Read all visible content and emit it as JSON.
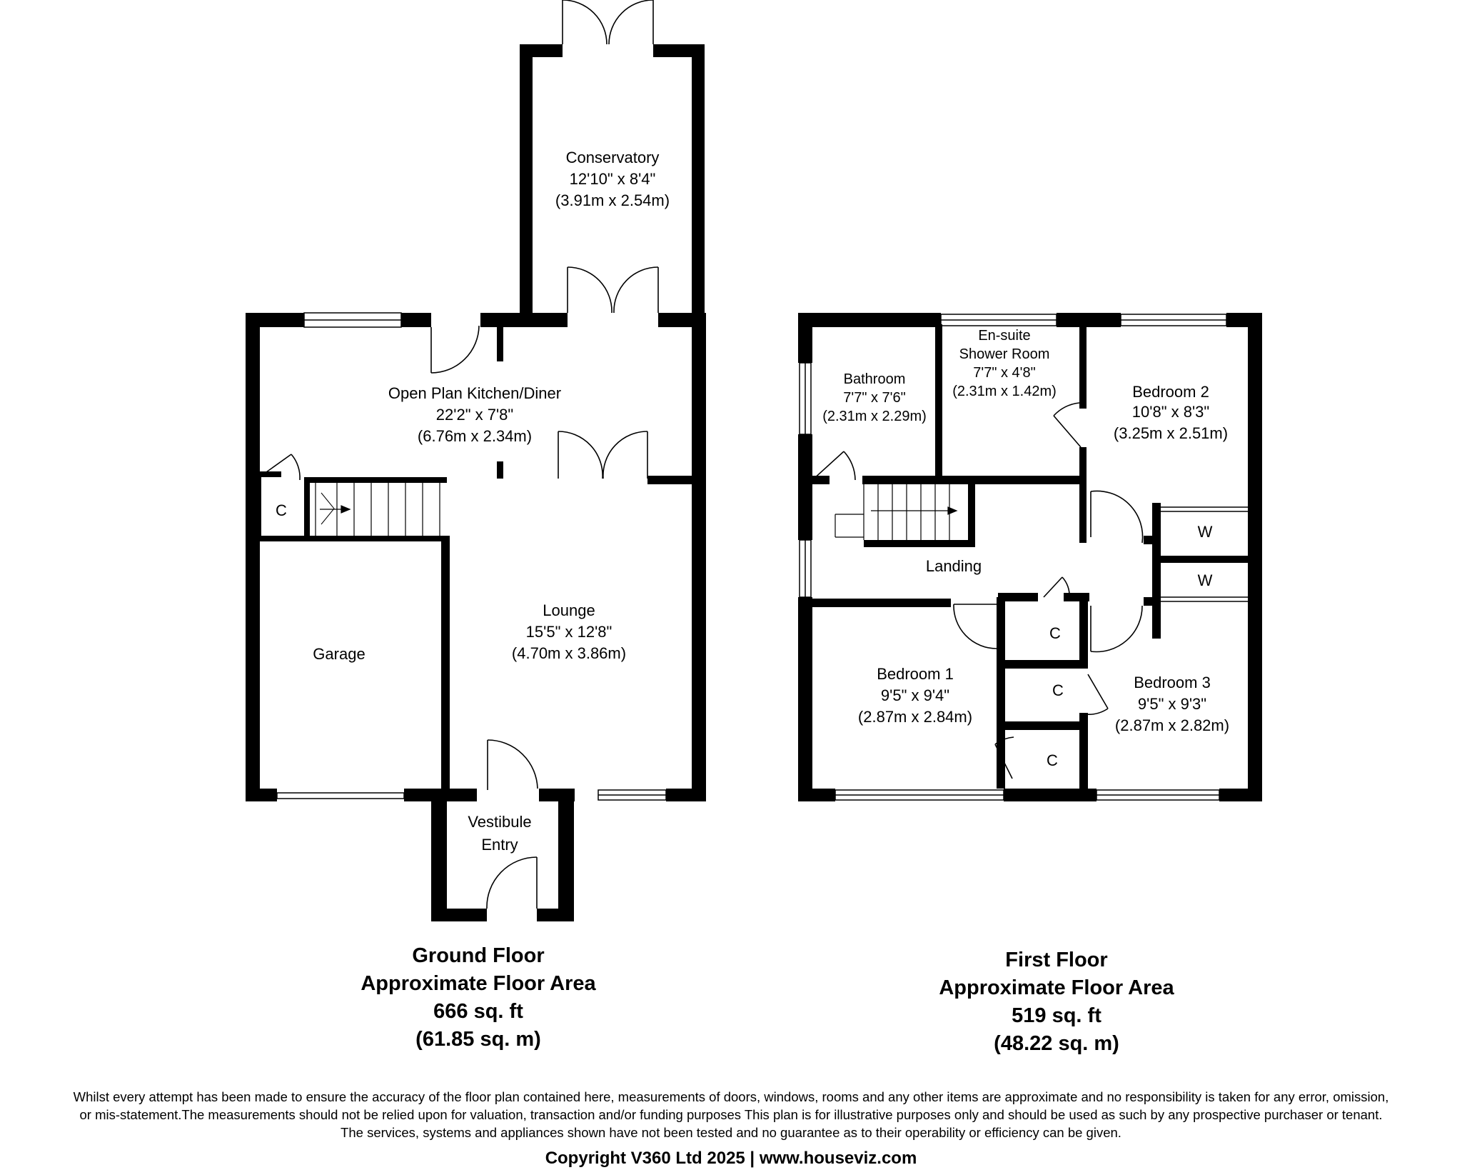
{
  "ground_floor": {
    "rooms": {
      "conservatory": {
        "name": "Conservatory",
        "imperial": "12'10\" x 8'4\"",
        "metric": "(3.91m x 2.54m)"
      },
      "kitchen": {
        "name": "Open Plan Kitchen/Diner",
        "imperial": "22'2\" x 7'8\"",
        "metric": "(6.76m x 2.34m)"
      },
      "cupboard": {
        "name": "C"
      },
      "garage": {
        "name": "Garage"
      },
      "lounge": {
        "name": "Lounge",
        "imperial": "15'5\" x 12'8\"",
        "metric": "(4.70m x 3.86m)"
      },
      "vestibule": {
        "line1": "Vestibule",
        "line2": "Entry"
      }
    },
    "title": "Ground Floor",
    "area_label": "Approximate Floor Area",
    "area_sqft": "666 sq. ft",
    "area_sqm": "(61.85 sq. m)"
  },
  "first_floor": {
    "rooms": {
      "bathroom": {
        "name": "Bathroom",
        "imperial": "7'7\" x 7'6\"",
        "metric": "(2.31m x 2.29m)"
      },
      "ensuite": {
        "line1": "En-suite",
        "line2": "Shower Room",
        "imperial": "7'7\" x 4'8\"",
        "metric": "(2.31m x 1.42m)"
      },
      "bedroom2": {
        "name": "Bedroom 2",
        "imperial": "10'8\" x 8'3\"",
        "metric": "(3.25m x 2.51m)"
      },
      "landing": {
        "name": "Landing"
      },
      "wardrobe1": {
        "name": "W"
      },
      "wardrobe2": {
        "name": "W"
      },
      "cupboard1": {
        "name": "C"
      },
      "cupboard2": {
        "name": "C"
      },
      "cupboard3": {
        "name": "C"
      },
      "bedroom1": {
        "name": "Bedroom 1",
        "imperial": "9'5\" x 9'4\"",
        "metric": "(2.87m x 2.84m)"
      },
      "bedroom3": {
        "name": "Bedroom 3",
        "imperial": "9'5\" x 9'3\"",
        "metric": "(2.87m x 2.82m)"
      }
    },
    "title": "First Floor",
    "area_label": "Approximate Floor Area",
    "area_sqft": "519 sq. ft",
    "area_sqm": "(48.22 sq. m)"
  },
  "disclaimer": {
    "line1": "Whilst every attempt has been made to ensure the accuracy of the floor plan contained here, measurements of doors, windows, rooms and any other items are approximate and no responsibility is taken for any error, omission,",
    "line2": "or mis-statement.The measurements should not be relied upon for valuation, transaction and/or funding purposes This plan is for illustrative purposes only and should be used as such by any prospective purchaser or tenant.",
    "line3": "The services, systems and appliances shown have not been tested and no guarantee as to their operability or efficiency can be given."
  },
  "copyright": "Copyright V360 Ltd 2025 | www.houseviz.com",
  "colors": {
    "wall": "#000000",
    "background": "#ffffff"
  }
}
